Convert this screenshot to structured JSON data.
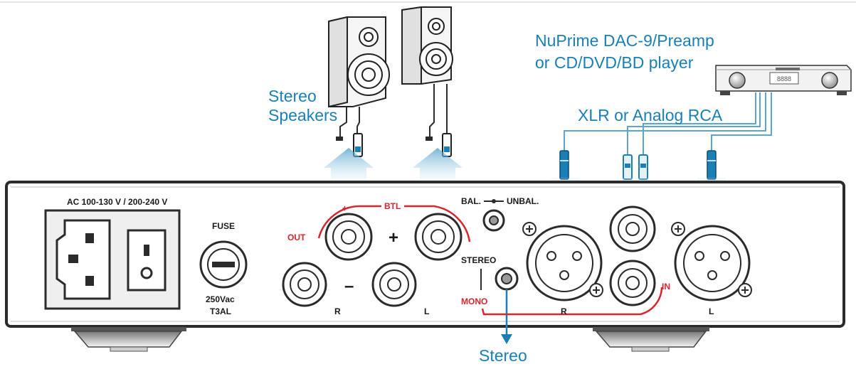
{
  "callouts": {
    "speakers_line1": "Stereo",
    "speakers_line2": "Speakers",
    "source_line1": "NuPrime DAC-9/Preamp",
    "source_line2": "or CD/DVD/BD player",
    "cables": "XLR or Analog RCA",
    "stereo_output": "Stereo"
  },
  "panel": {
    "ac_voltage": "AC 100-130 V / 200-240 V",
    "fuse_title": "FUSE",
    "fuse_rating_1": "250Vac",
    "fuse_rating_2": "T3AL",
    "btl": "BTL",
    "out": "OUT",
    "plus_sign": "+",
    "minus_sign": "–",
    "bal_label": "BAL.",
    "unbal_label": "UNBAL.",
    "stereo_switch": "STEREO",
    "mono_switch": "MONO",
    "in_label": "IN",
    "speaker_r": "R",
    "speaker_l": "L",
    "xlr_r": "R",
    "xlr_l": "L",
    "source_display": "8888"
  },
  "colors": {
    "callout_blue": "#1a7fb5",
    "polarity_red": "#d7262e",
    "panel_dark": "#1a1a1a"
  }
}
